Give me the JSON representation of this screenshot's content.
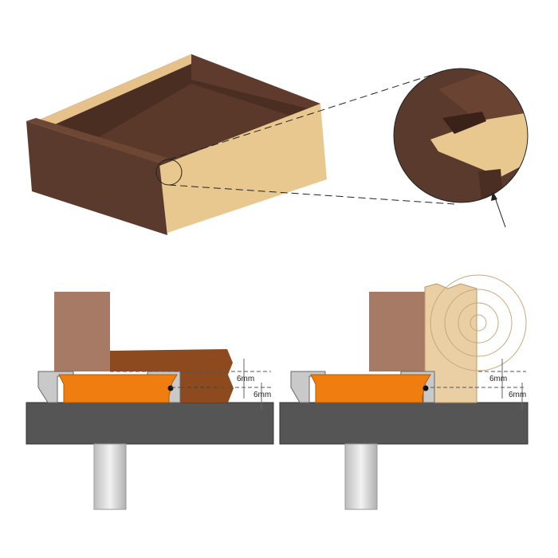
{
  "labels": {
    "left_top_dim": "6mm",
    "left_bottom_dim": "6mm",
    "right_top_dim": "6mm",
    "right_bottom_dim": "6mm"
  },
  "colors": {
    "walnut": "#5a3a2c",
    "oak": "#e9c88f",
    "cutter_orange": "#f07d10",
    "table_gray": "#555555",
    "fence": "#a77a66",
    "shank": "#d8d8d8"
  }
}
